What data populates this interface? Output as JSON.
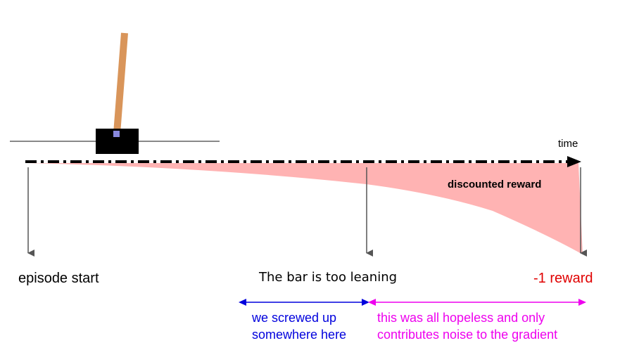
{
  "labels": {
    "time": "time",
    "discounted_reward": "discounted reward",
    "episode_start": "episode start",
    "bar_leaning": "The bar is too leaning",
    "negative_reward": "-1 reward",
    "screwed_up_line1": "we screwed up",
    "screwed_up_line2": "somewhere here",
    "hopeless_line1": "this was all hopeless and only",
    "hopeless_line2": "contributes noise to the gradient"
  },
  "colors": {
    "reward_fill": "#ffb3b3",
    "cart": "#000000",
    "pole": "#d9955a",
    "axle": "#8888dd",
    "track": "#888888",
    "marker_arrow": "#555555",
    "negative_reward_text": "#e00000",
    "screwed_up": "#0000dd",
    "hopeless": "#ee00ee"
  },
  "icons": {
    "cartpole": "cartpole-icon"
  }
}
